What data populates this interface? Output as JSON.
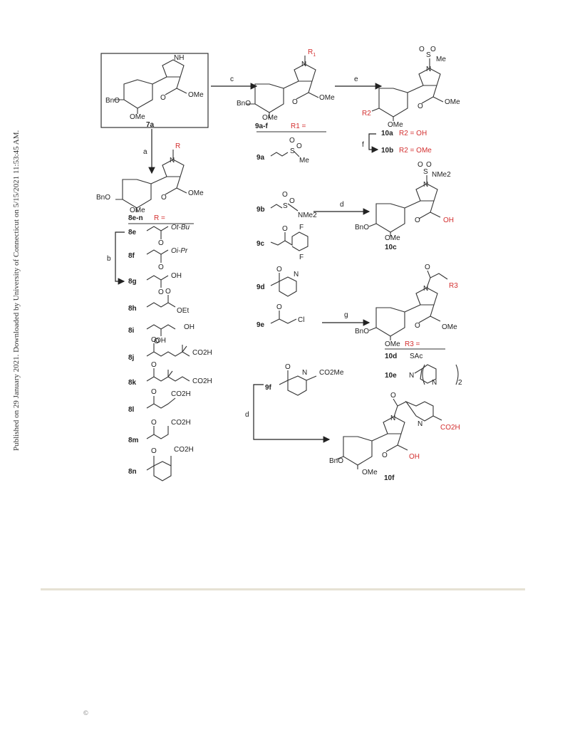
{
  "side_note": "Published on 29 January 2021. Downloaded by University of Connecticut on 5/15/2021 11:53:45 AM.",
  "copyright": "©",
  "scheme": {
    "reagents": [
      "a",
      "b",
      "c",
      "d",
      "e",
      "f",
      "g"
    ],
    "start": {
      "id": "7a",
      "nh": "NH",
      "ester": "OMe",
      "ome": "OMe",
      "bno": "BnO"
    },
    "s8": {
      "id": "8e-n",
      "r_label": "R",
      "r_eq": "R =",
      "ester": "OMe",
      "ome": "OMe",
      "bno": "BnO"
    },
    "s9": {
      "id": "9a-f",
      "r1_label": "R",
      "r1_sub": "1",
      "r1_eq": "R1 =",
      "ester": "OMe",
      "ome": "OMe",
      "bno": "BnO"
    },
    "s10ab": {
      "ms": "Me",
      "ester": "OMe",
      "ome": "OMe",
      "r2": "R2",
      "a_id": "10a",
      "a_val": "R2 = OH",
      "b_id": "10b",
      "b_val": "R2 = OMe"
    },
    "s10c": {
      "id": "10c",
      "nme2": "NMe2",
      "acid": "OH",
      "ome": "OMe",
      "bno": "BnO"
    },
    "s10de": {
      "r3_label": "R3",
      "r3_eq": "R3 =",
      "ester": "OMe",
      "ome": "OMe",
      "bno": "BnO",
      "d_id": "10d",
      "d_val": "SAc",
      "e_id": "10e",
      "e_val": "N",
      "e_mult": "2"
    },
    "s10f": {
      "id": "10f",
      "acid1": "CO2H",
      "acid2": "OH",
      "ome": "OMe",
      "bno": "BnO",
      "n": "N"
    },
    "r_groups_8": [
      {
        "id": "8e",
        "label": "Ot-Bu"
      },
      {
        "id": "8f",
        "label": "Oi-Pr"
      },
      {
        "id": "8g",
        "label": "OH"
      },
      {
        "id": "8h",
        "label": "OEt"
      },
      {
        "id": "8i",
        "label": "OH",
        "label2": "OH"
      },
      {
        "id": "8j",
        "label": "CO2H"
      },
      {
        "id": "8k",
        "label": "CO2H"
      },
      {
        "id": "8l",
        "label": "CO2H"
      },
      {
        "id": "8m",
        "label": "CO2H"
      },
      {
        "id": "8n",
        "label": "CO2H"
      }
    ],
    "r_groups_9": [
      {
        "id": "9a",
        "label": "Me"
      },
      {
        "id": "9b",
        "label": "NMe2"
      },
      {
        "id": "9c",
        "label": "F",
        "label2": "F"
      },
      {
        "id": "9d",
        "label": "N"
      },
      {
        "id": "9e",
        "label": "Cl"
      },
      {
        "id": "9f",
        "label": "CO2Me",
        "label2": "N"
      }
    ]
  }
}
